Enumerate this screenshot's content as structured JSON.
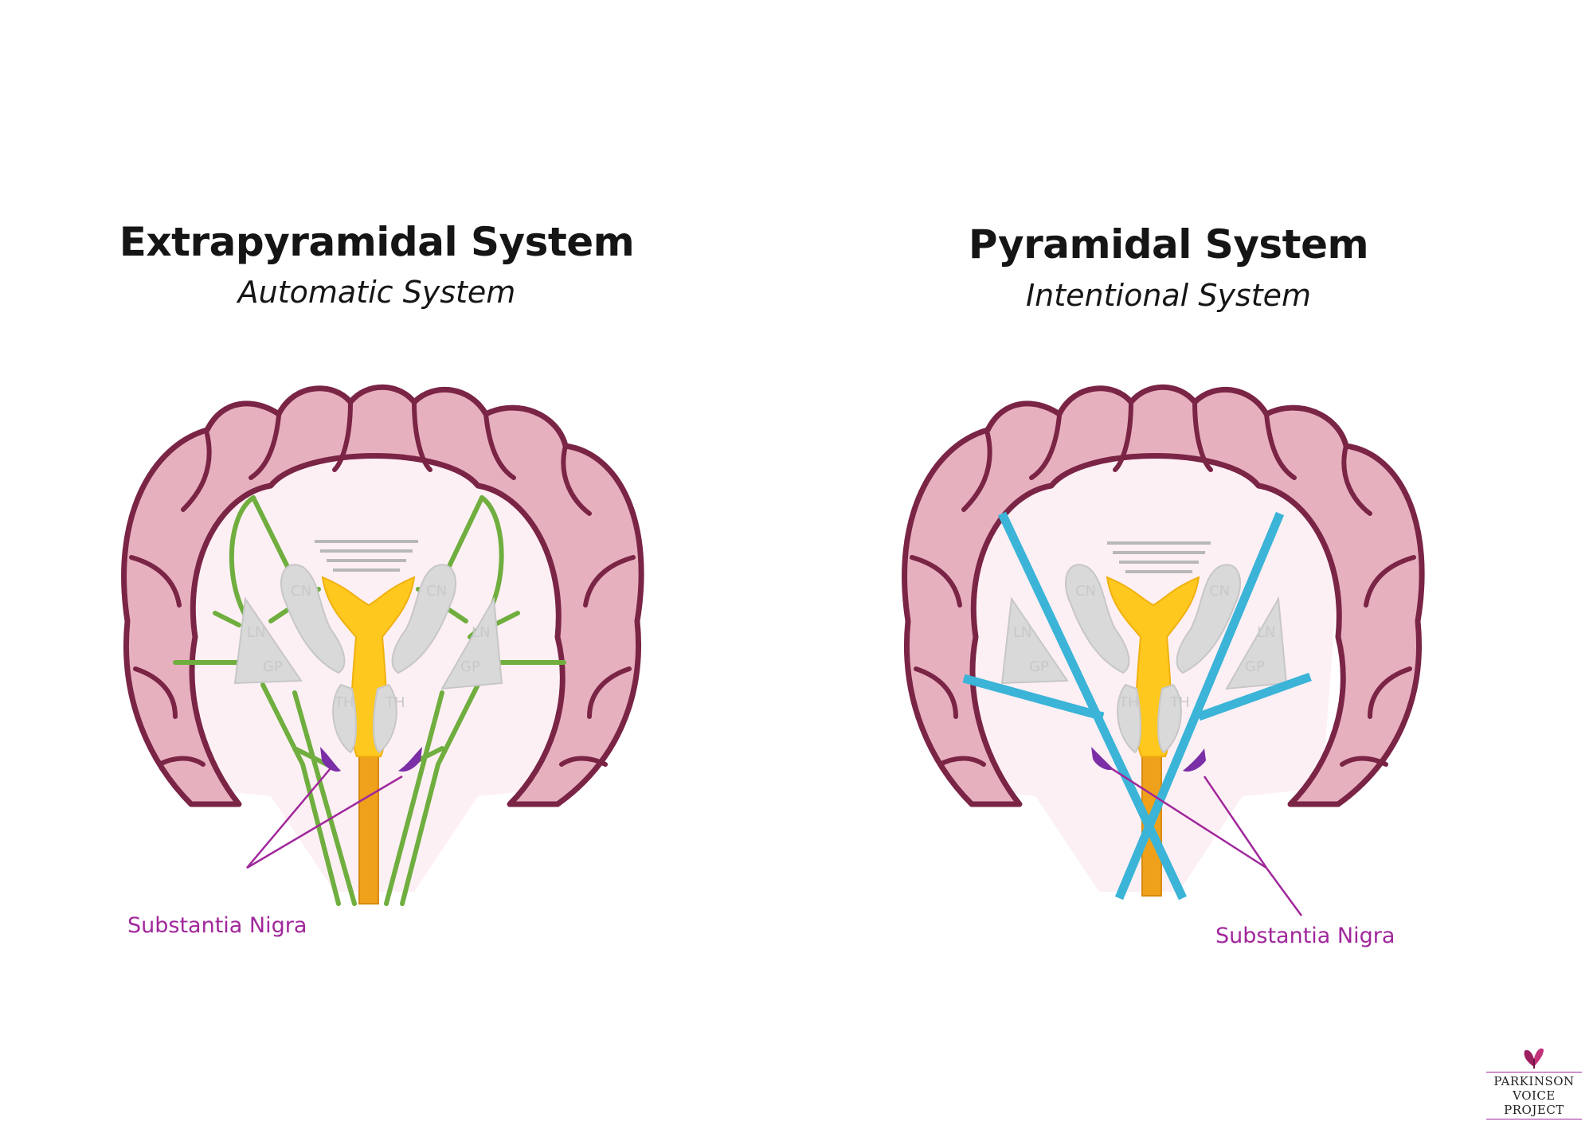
{
  "left_panel": {
    "title": "Extrapyramidal System",
    "subtitle": "Automatic System",
    "callout_label": "Substantia Nigra",
    "pathway_color": "#6fae3f",
    "region_labels": {
      "cn": "CN",
      "ln": "LN",
      "gp": "GP",
      "th": "TH"
    }
  },
  "right_panel": {
    "title": "Pyramidal System",
    "subtitle": "Intentional System",
    "callout_label": "Substantia Nigra",
    "pathway_color": "#3bb4d8",
    "region_labels": {
      "cn": "CN",
      "ln": "LN",
      "gp": "GP",
      "th": "TH"
    }
  },
  "colors": {
    "cortex_fill": "#e9b3c0",
    "cortex_outline": "#7a2446",
    "white_matter": "#fdf2f5",
    "ventricle": "#ffc81e",
    "brainstem": "#f0a11c",
    "nuclei": "#d9d9d9",
    "substantia_nigra": "#7b2fa6",
    "callout": "#a0279c"
  },
  "logo": {
    "icon": "butterfly-icon",
    "line1": "PARKINSON",
    "line2": "VOICE PROJECT"
  }
}
